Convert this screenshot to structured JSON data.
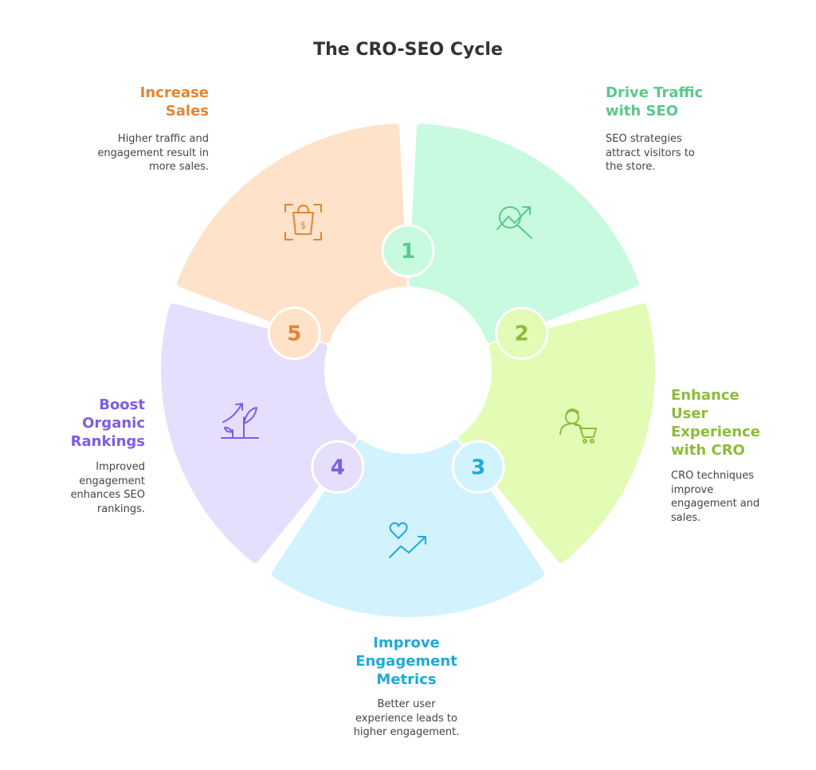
{
  "title": "The CRO-SEO Cycle",
  "steps": [
    {
      "number": "1",
      "title": "Drive Traffic with SEO",
      "description": "SEO strategies attract visitors to the store.",
      "icon": "traffic-search-icon",
      "color": "#58c98b",
      "fill": "#c8fae0"
    },
    {
      "number": "2",
      "title": "Enhance User Experience with CRO",
      "description": "CRO techniques improve engagement and sales.",
      "icon": "user-cart-icon",
      "color": "#8cbc3a",
      "fill": "#e2fcb5"
    },
    {
      "number": "3",
      "title": "Improve Engagement Metrics",
      "description": "Better user experience leads to higher engagement.",
      "icon": "heart-trend-icon",
      "color": "#1fa9da",
      "fill": "#d2f3fd"
    },
    {
      "number": "4",
      "title": "Boost Organic Rankings",
      "description": "Improved engagement enhances SEO rankings.",
      "icon": "growth-plant-icon",
      "color": "#7e5be6",
      "fill": "#e5defd"
    },
    {
      "number": "5",
      "title": "Increase Sales",
      "description": "Higher traffic and engagement result in more sales.",
      "icon": "shopping-bag-dollar-icon",
      "color": "#e4852f",
      "fill": "#fee2c9"
    }
  ]
}
